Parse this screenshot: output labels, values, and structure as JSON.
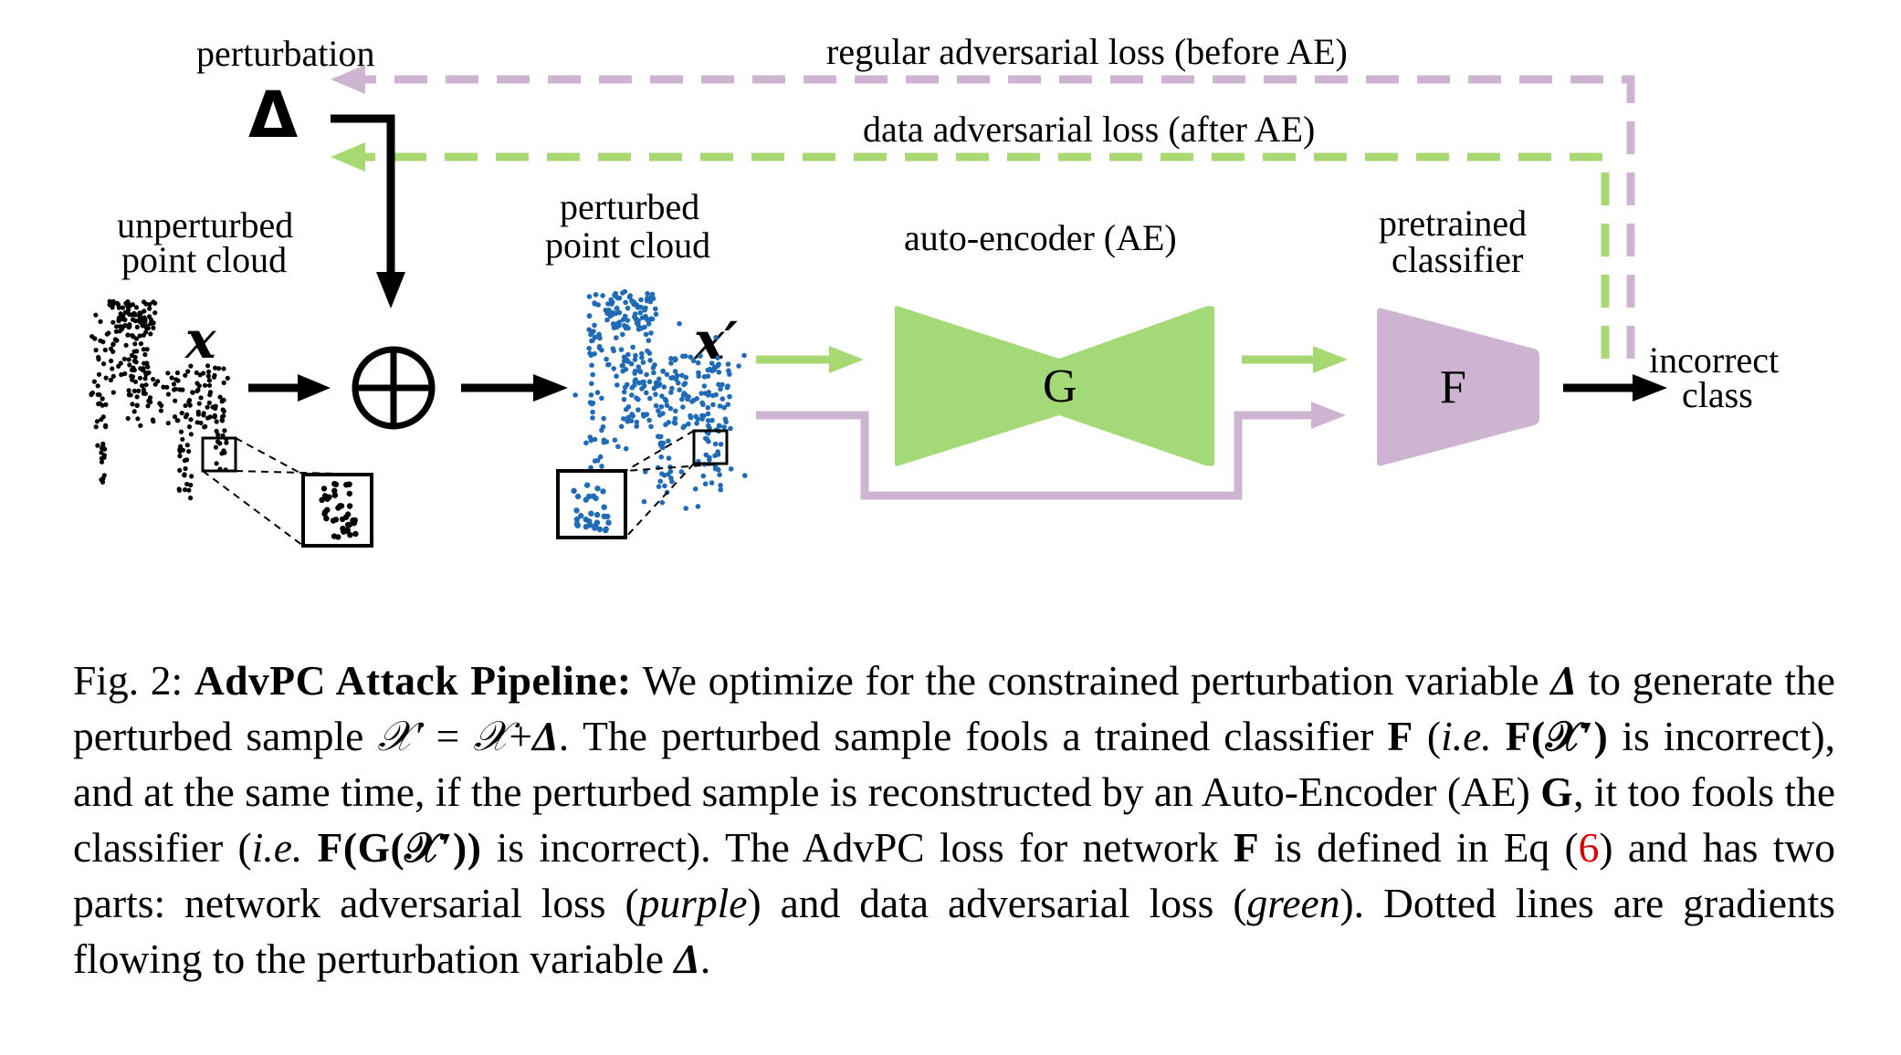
{
  "figure": {
    "labels": {
      "perturbation": "perturbation",
      "delta": "Δ",
      "regular_loss": "regular adversarial loss (before AE)",
      "data_loss": "data adversarial loss (after AE)",
      "unperturbed_line1": "unperturbed",
      "unperturbed_line2": "point cloud",
      "x_symbol": "x",
      "plus_symbol": "⊕",
      "perturbed_line1": "perturbed",
      "perturbed_line2": "point cloud",
      "x_prime_symbol": "x′",
      "ae_label": "auto-encoder (AE)",
      "g_label": "G",
      "classifier_line1": "pretrained",
      "classifier_line2": "classifier",
      "f_label": "F",
      "output_line1": "incorrect",
      "output_line2": "class"
    },
    "colors": {
      "purple": "#cdb4d0",
      "purple_dark": "#c8a9cc",
      "green": "#a8d872",
      "green_box": "#a3d977",
      "blue_points": "#1f6bb8",
      "black": "#000000"
    },
    "icons": [
      "chair-point-cloud",
      "perturbed-chair-point-cloud",
      "zoom-box",
      "circle-plus-icon",
      "bowtie-autoencoder",
      "trapezoid-classifier",
      "arrow-icon"
    ]
  },
  "caption": {
    "fig_label": "Fig. 2:",
    "title": "AdvPC Attack Pipeline:",
    "s1a": "We optimize for the constrained perturbation variable",
    "delta": "Δ",
    "s1b": "to generate the perturbed sample",
    "eq_lhs": "𝒳′",
    "eq_eq": "=",
    "eq_x": "𝒳",
    "eq_plus": "+",
    "s1c": ". The perturbed sample fools a trained classifier",
    "F": "F",
    "paren_open": "(",
    "ie": "i.e.",
    "F_of_xp": "F(𝒳′)",
    "s2a": "is incorrect), and at the same time, if the perturbed sample is reconstructed by an Auto-Encoder (AE)",
    "G": "G",
    "s2b": ", it too fools the classifier (",
    "ie2": "i.e.",
    "FG": "F(G(𝒳′))",
    "s3a": "is incorrect). The AdvPC loss for network",
    "F2": "F",
    "s3b": "is defined in Eq (",
    "eq_ref": "6",
    "s3c": ") and has two parts: network adversarial loss (",
    "purple_word": "purple",
    "s3d": ") and data adversarial loss (",
    "green_word": "green",
    "s3e": "). Dotted lines are gradients flowing to the perturbation variable",
    "delta2": "Δ",
    "period": "."
  }
}
